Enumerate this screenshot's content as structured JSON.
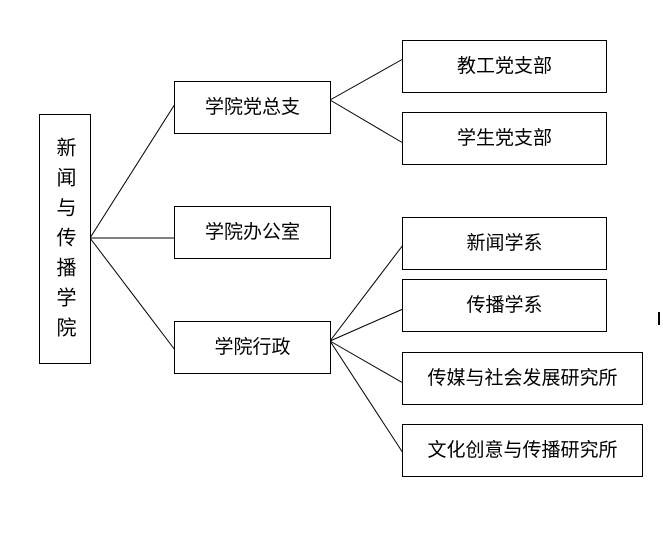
{
  "root": {
    "label": "新闻与传播学院"
  },
  "level1": [
    {
      "label": "学院党总支",
      "children": [
        "教工党支部",
        "学生党支部"
      ]
    },
    {
      "label": "学院办公室",
      "children": []
    },
    {
      "label": "学院行政",
      "children": [
        "新闻学系",
        "传播学系",
        "传媒与社会发展研究所",
        "文化创意与传播研究所"
      ]
    }
  ],
  "style": {
    "line_color": "#000000",
    "box_border_color": "#000000",
    "background": "#ffffff"
  }
}
